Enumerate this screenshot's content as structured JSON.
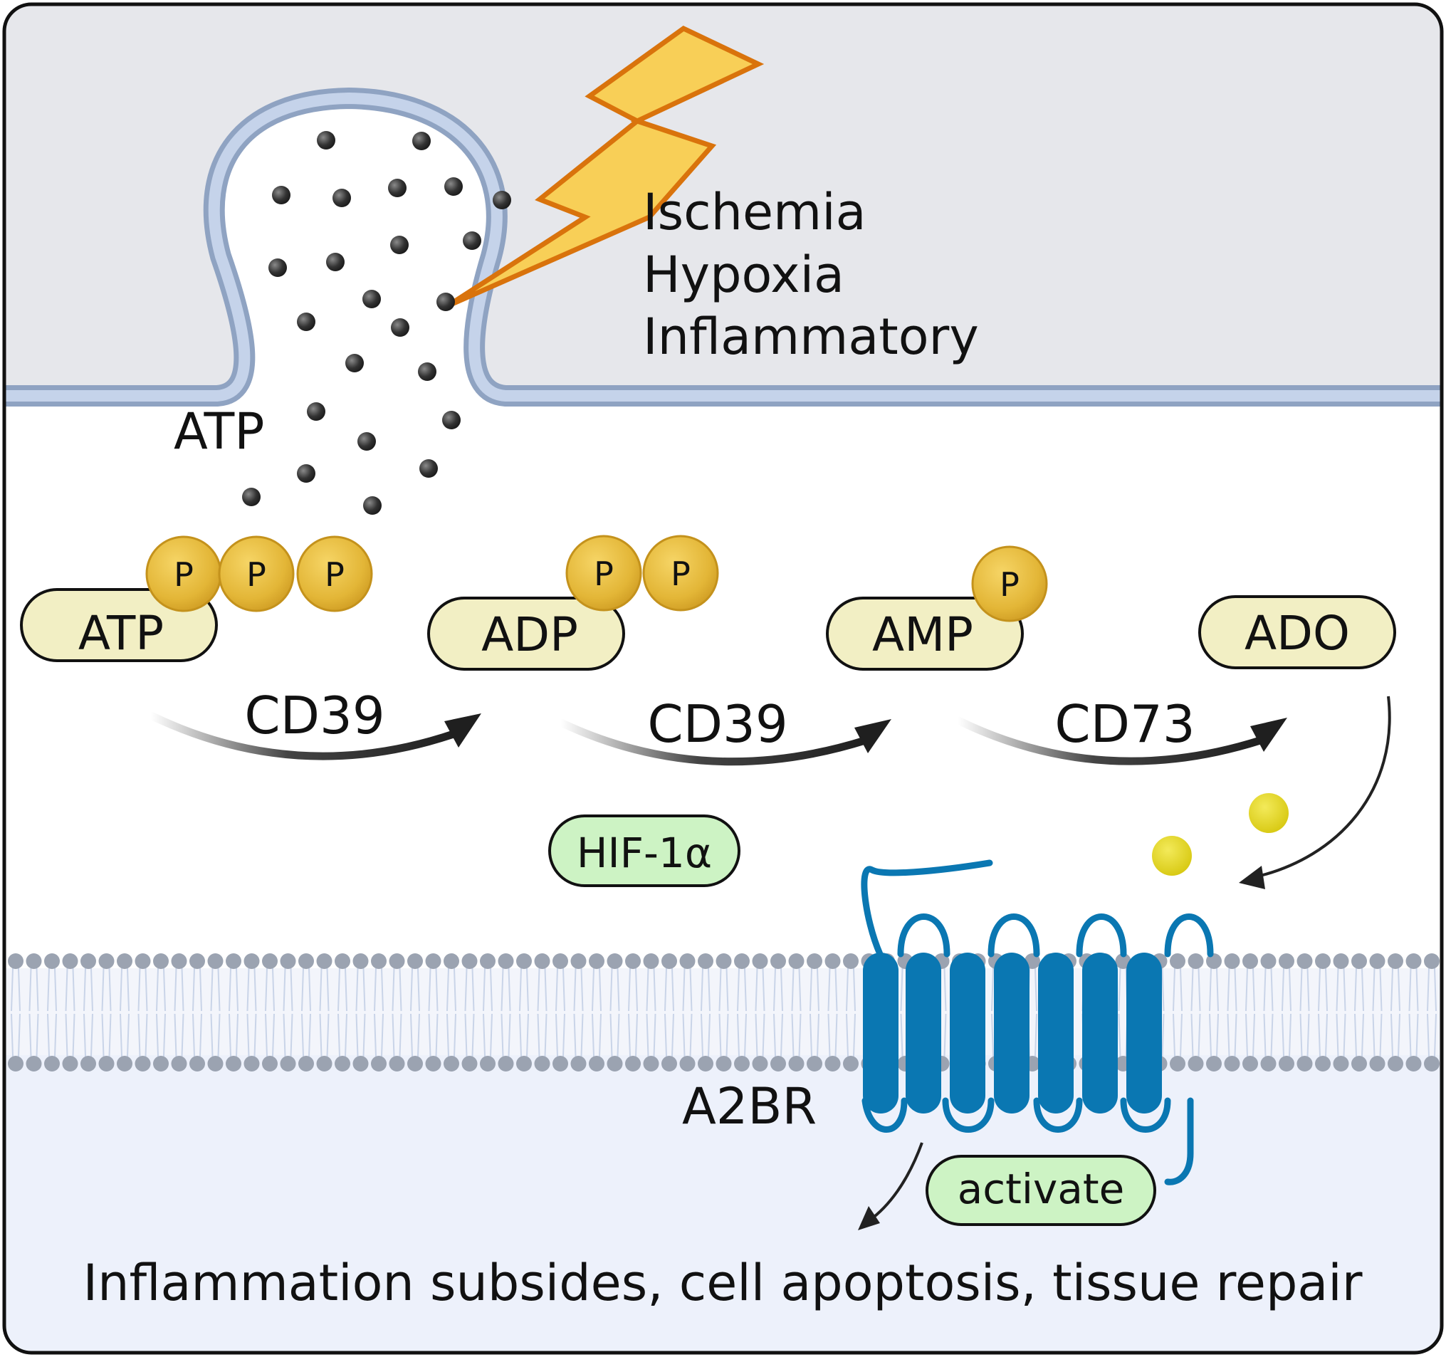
{
  "stimuli": [
    "Ischemia",
    "Hypoxia",
    "Inflammatory"
  ],
  "released_label": "ATP",
  "molecules": [
    {
      "name": "ATP",
      "phosphates": 3
    },
    {
      "name": "ADP",
      "phosphates": 2
    },
    {
      "name": "AMP",
      "phosphates": 1
    },
    {
      "name": "ADO",
      "phosphates": 0
    }
  ],
  "phosphate_label": "P",
  "enzymes": [
    "CD39",
    "CD39",
    "CD73"
  ],
  "factor": "HIF-1α",
  "receptor": "A2BR",
  "action": "activate",
  "outcome": "Inflammation subsides, cell apoptosis, tissue repair",
  "colors": {
    "cell_top": "#e6e7eb",
    "cell_bottom": "#edf1fb",
    "membrane_line": "#8fa3c2",
    "membrane_fill": "#c5d3ea",
    "molecule_pill": "#f2efc4",
    "phosphate": "#e3b637",
    "phosphate_edge": "#c4921c",
    "factor_pill": "#cdf3c4",
    "receptor": "#0a77b2",
    "adenosine": "#e6d81c",
    "lightning": "#f8cf57",
    "lightning_edge": "#d9730c",
    "lipid_head": "#9ba3b1"
  }
}
